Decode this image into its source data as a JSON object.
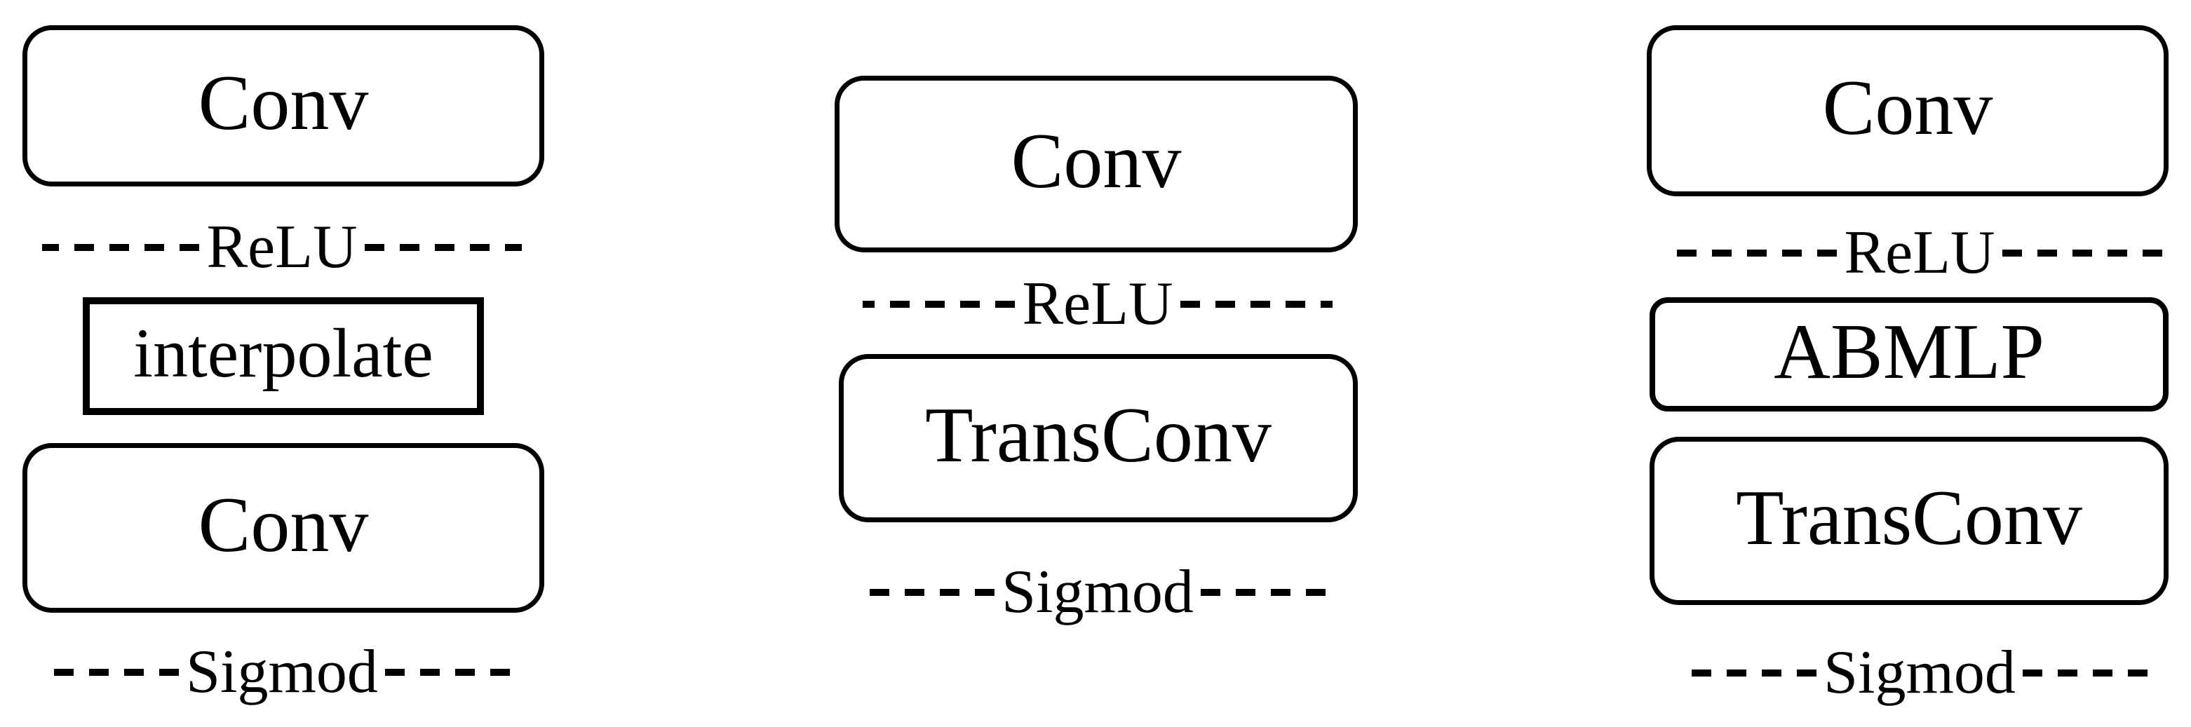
{
  "colors": {
    "stroke": "#000000",
    "background": "#ffffff"
  },
  "diagram": {
    "description": "Three decoder block variants composed of layer boxes separated by dashed activation lines",
    "columns": [
      {
        "id": "left",
        "items": [
          {
            "kind": "layer-box",
            "shape": "rounded",
            "label": "Conv"
          },
          {
            "kind": "activation-line",
            "style": "dashed",
            "label": "ReLU"
          },
          {
            "kind": "layer-box",
            "shape": "square",
            "label": "interpolate"
          },
          {
            "kind": "layer-box",
            "shape": "rounded",
            "label": "Conv"
          },
          {
            "kind": "activation-line",
            "style": "dashed",
            "label": "Sigmod"
          }
        ]
      },
      {
        "id": "middle",
        "items": [
          {
            "kind": "layer-box",
            "shape": "rounded",
            "label": "Conv"
          },
          {
            "kind": "activation-line",
            "style": "dashed",
            "label": "ReLU"
          },
          {
            "kind": "layer-box",
            "shape": "rounded",
            "label": "TransConv"
          },
          {
            "kind": "activation-line",
            "style": "dashed",
            "label": "Sigmod"
          }
        ]
      },
      {
        "id": "right",
        "items": [
          {
            "kind": "layer-box",
            "shape": "rounded",
            "label": "Conv"
          },
          {
            "kind": "activation-line",
            "style": "dashed",
            "label": "ReLU"
          },
          {
            "kind": "layer-box",
            "shape": "slightly-rounded",
            "label": "ABMLP"
          },
          {
            "kind": "layer-box",
            "shape": "rounded",
            "label": "TransConv"
          },
          {
            "kind": "activation-line",
            "style": "dashed",
            "label": "Sigmod"
          }
        ]
      }
    ]
  }
}
